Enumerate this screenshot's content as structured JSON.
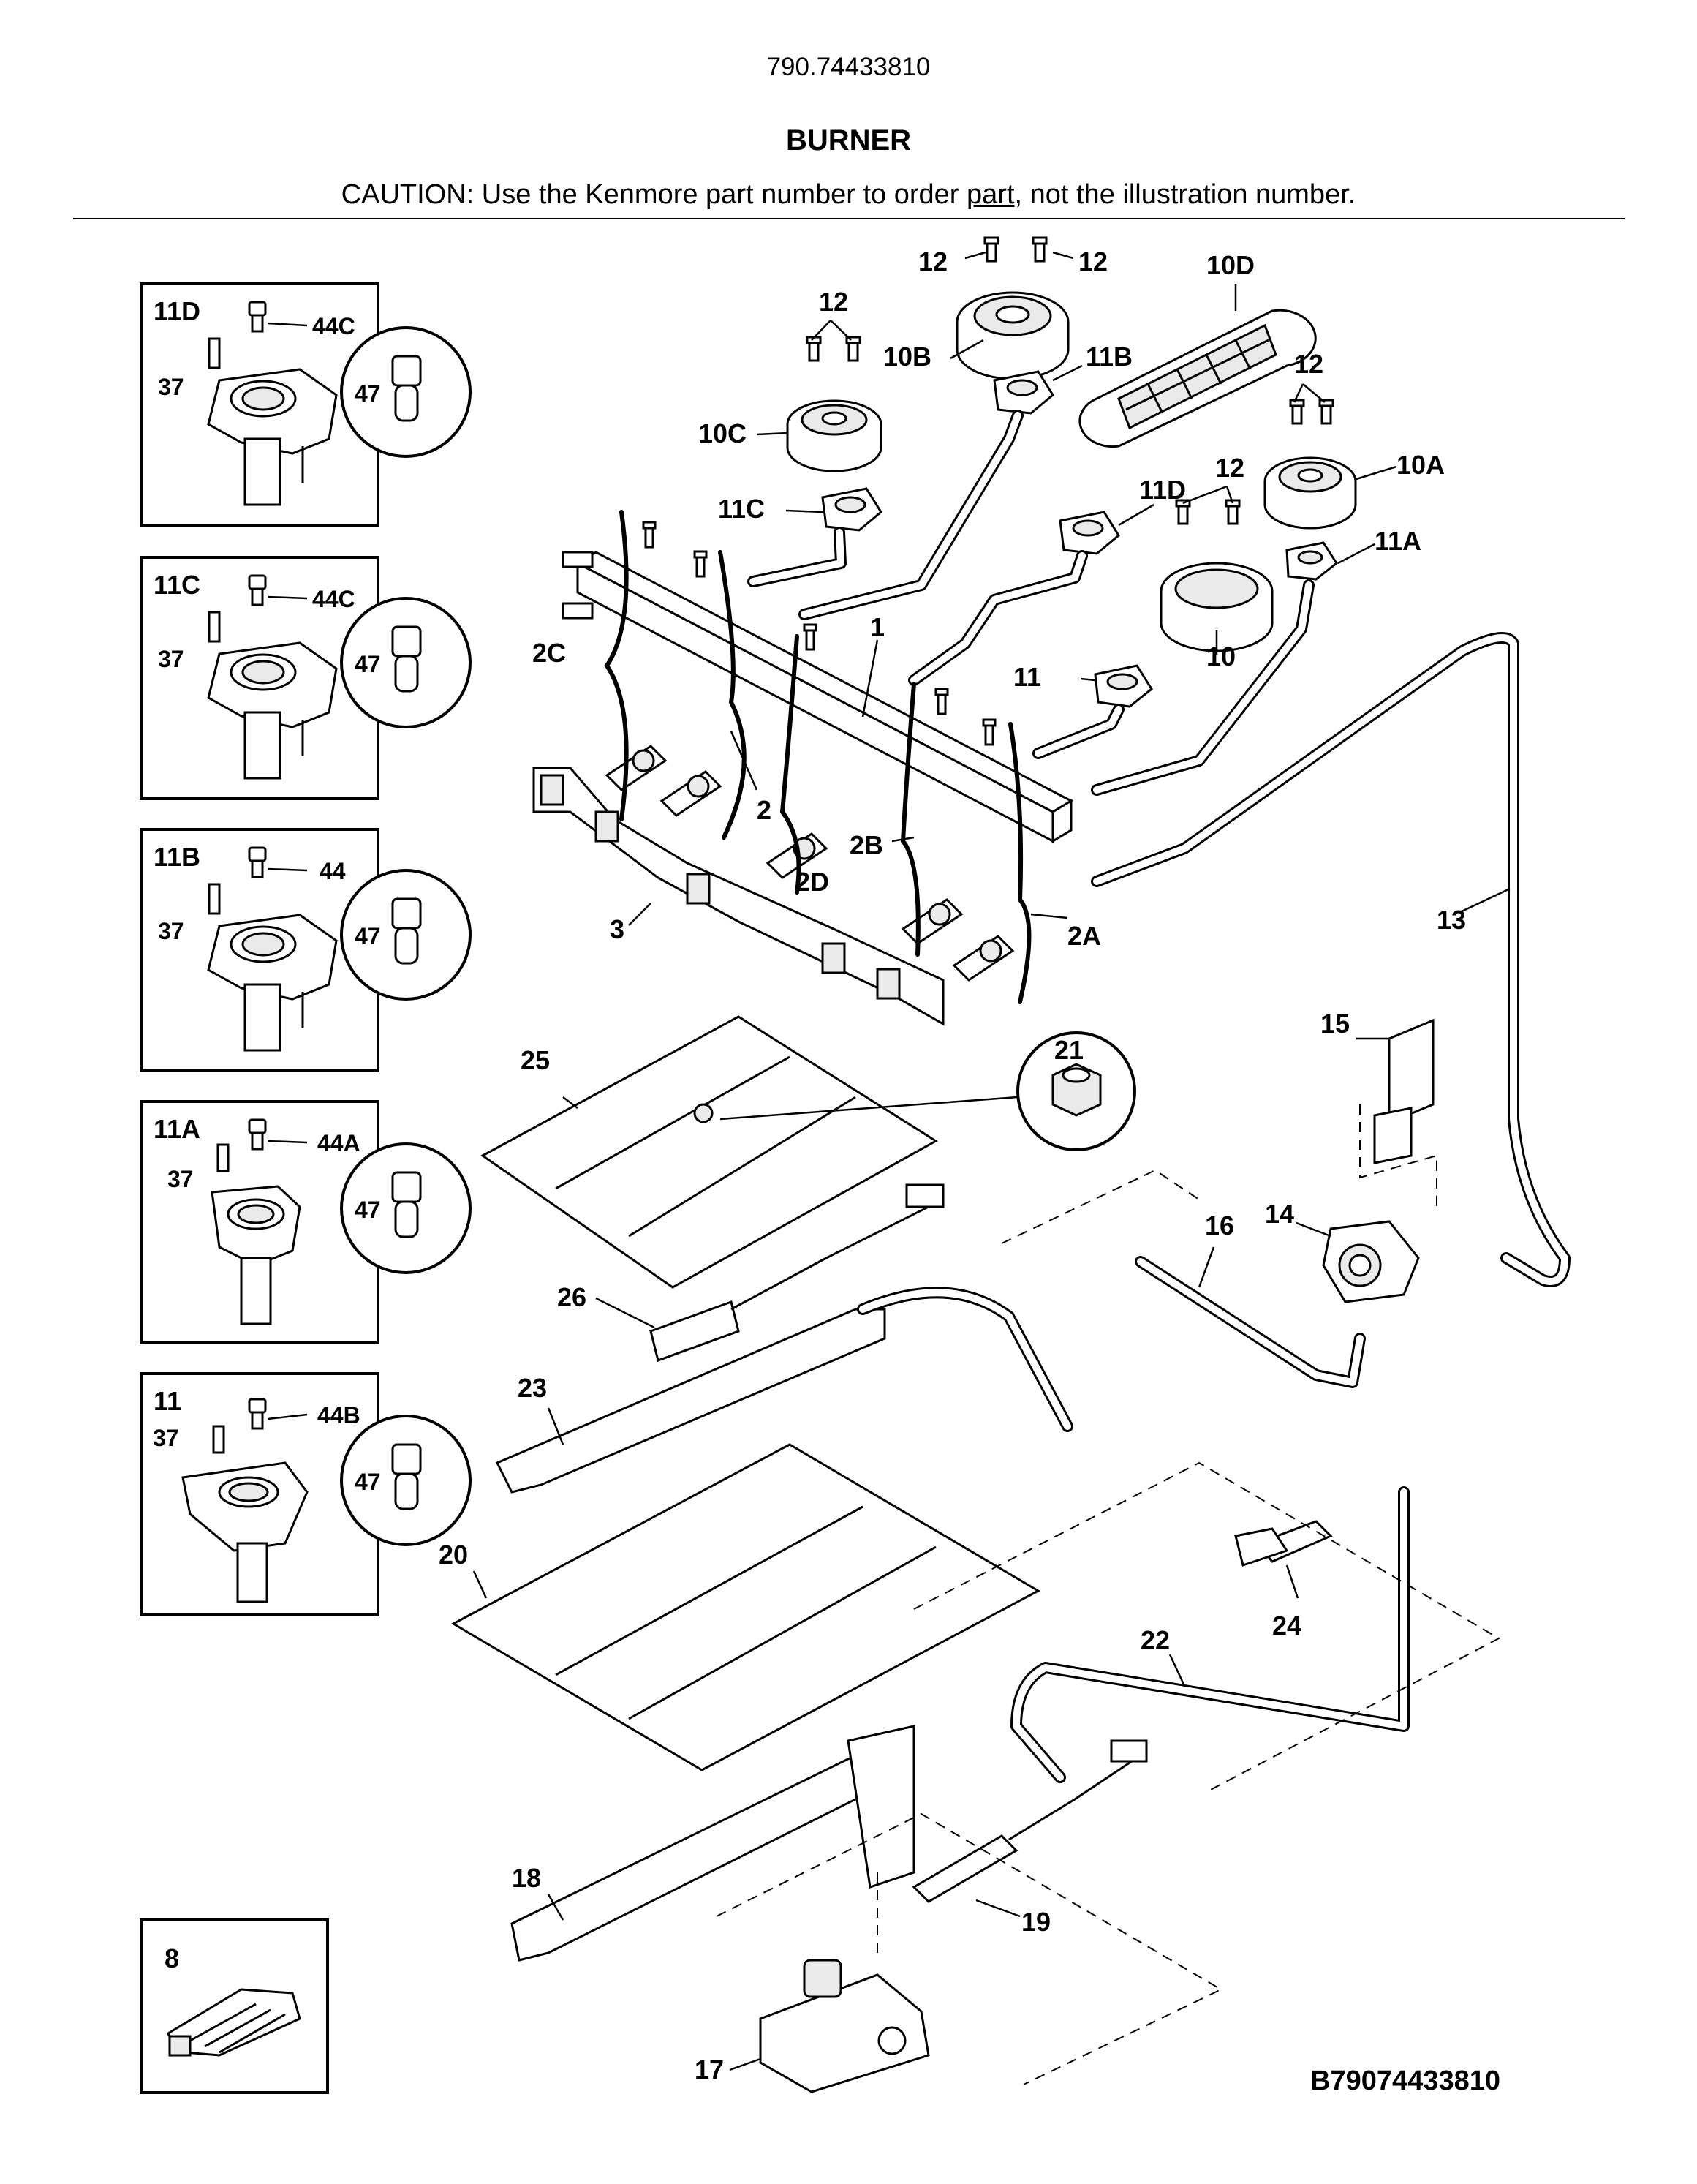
{
  "header": {
    "model_number": "790.74433810",
    "section_title": "BURNER",
    "caution_prefix": "CAUTION: Use the Kenmore part number to order ",
    "caution_link": "part",
    "caution_suffix": ", not the illustration number."
  },
  "footer": {
    "diagram_code": "B79074433810"
  },
  "callouts": {
    "p1": "1",
    "p2": "2",
    "p2A": "2A",
    "p2B": "2B",
    "p2C": "2C",
    "p2D": "2D",
    "p3": "3",
    "p8": "8",
    "p10": "10",
    "p10A": "10A",
    "p10B": "10B",
    "p10C": "10C",
    "p10D": "10D",
    "p11": "11",
    "p11A": "11A",
    "p11B": "11B",
    "p11C": "11C",
    "p11D": "11D",
    "p12": "12",
    "p13": "13",
    "p14": "14",
    "p15": "15",
    "p16": "16",
    "p17": "17",
    "p18": "18",
    "p19": "19",
    "p20": "20",
    "p21": "21",
    "p22": "22",
    "p23": "23",
    "p24": "24",
    "p25": "25",
    "p26": "26",
    "p37": "37",
    "p44": "44",
    "p44A": "44A",
    "p44B": "44B",
    "p44C": "44C",
    "p47": "47"
  },
  "inset_panels": [
    {
      "title": "11D",
      "screw": "37",
      "cap": "44C",
      "circle": "47"
    },
    {
      "title": "11C",
      "screw": "37",
      "cap": "44C",
      "circle": "47"
    },
    {
      "title": "11B",
      "screw": "37",
      "cap": "44",
      "circle": "47"
    },
    {
      "title": "11A",
      "screw": "37",
      "cap": "44A",
      "circle": "47"
    },
    {
      "title": "11",
      "screw": "37",
      "cap": "44B",
      "circle": "47"
    }
  ]
}
